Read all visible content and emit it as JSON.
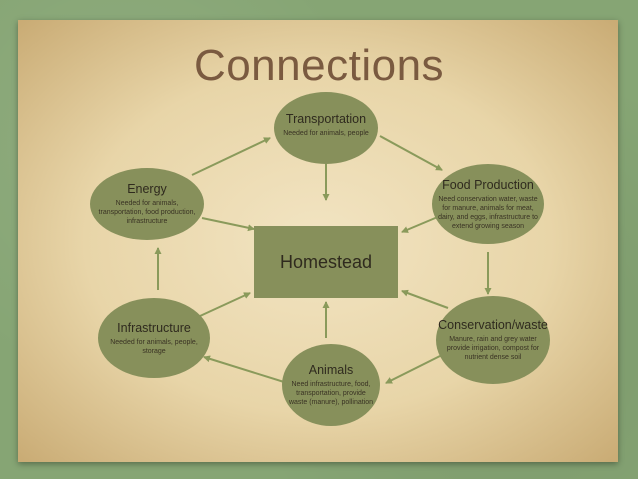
{
  "title": "Connections",
  "center_label": "Homestead",
  "nodes": {
    "transportation": {
      "title": "Transportation",
      "desc": "Needed for animals, people"
    },
    "energy": {
      "title": "Energy",
      "desc": "Needed for animals, transportation, food production, infrastructure"
    },
    "food": {
      "title": "Food Production",
      "desc": "Need conservation water, waste for manure, animals for meat, dairy, and eggs, infrastructure to extend growing season"
    },
    "infrastructure": {
      "title": "Infrastructure",
      "desc": "Needed for animals, people, storage"
    },
    "conservation": {
      "title": "Conservation/waste",
      "desc": "Manure, rain and grey water provide irrigation, compost for nutrient dense soil"
    },
    "animals": {
      "title": "Animals",
      "desc": "Need infrastructure, food, transportation, provide waste (manure), pollination"
    }
  },
  "colors": {
    "node": "#87905b",
    "arrow": "#8a9a5b",
    "title": "#7a5a40"
  }
}
